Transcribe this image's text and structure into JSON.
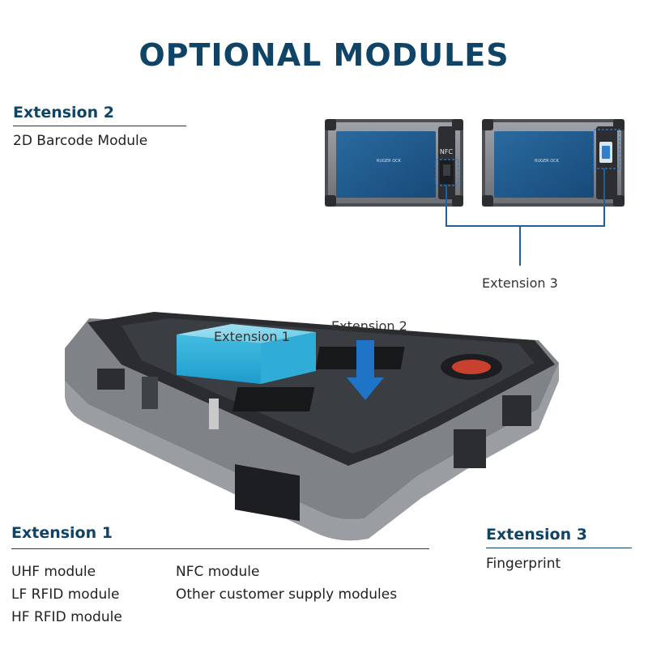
{
  "title": "OPTIONAL MODULES",
  "ext2": {
    "heading": "Extension 2",
    "items": [
      "2D Barcode Module"
    ]
  },
  "ext1": {
    "heading": "Extension 1",
    "items_left": [
      "UHF module",
      "LF RFID module",
      "HF RFID module"
    ],
    "items_right": [
      "NFC module",
      "Other customer supply modules"
    ]
  },
  "ext3": {
    "heading": "Extension 3",
    "items": [
      "Fingerprint"
    ]
  },
  "callouts": {
    "extension_3": "Extension 3",
    "extension_1": "Extension 1",
    "extension_2": "Extension 2",
    "nfc": "NFC"
  },
  "colors": {
    "heading": "#0f4467",
    "callout_line": "#1f5f9a",
    "module_cube": "#3cc8ec",
    "tablet_frame": "#5a5d61",
    "tablet_screen": "#1f5a8c"
  }
}
